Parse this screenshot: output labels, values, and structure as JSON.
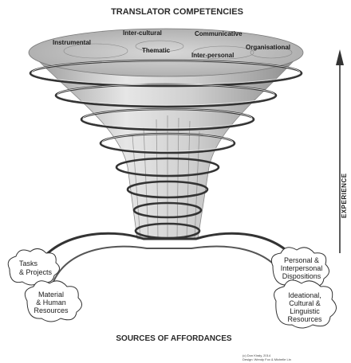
{
  "title": "TRANSLATOR COMPETENCIES",
  "footer_title": "SOURCES OF AFFORDANCES",
  "axis_label": "EXPERIENCE",
  "competencies": {
    "instrumental": "Instrumental",
    "intercultural": "Inter-cultural",
    "communicative": "Communicative",
    "thematic": "Thematic",
    "interpersonal": "Inter-personal",
    "organisational": "Organisational"
  },
  "sources": {
    "tasks": [
      "Tasks",
      "& Projects"
    ],
    "material": [
      "Material",
      "& Human",
      "Resources"
    ],
    "personal": [
      "Personal &",
      "Interpersonal",
      "Dispositions"
    ],
    "ideational": [
      "Ideational,",
      "Cultural &",
      "Linguistic",
      "Resources"
    ]
  },
  "credits": {
    "line1": "(c) Don Kiraly, 2014",
    "line2": "Design: Wendy Fox & Michelle Lin"
  },
  "colors": {
    "ink": "#2a2a2a",
    "funnel": "#c9c9c9",
    "rim": "#bdbdbd",
    "coil": "#3a3a3a"
  }
}
